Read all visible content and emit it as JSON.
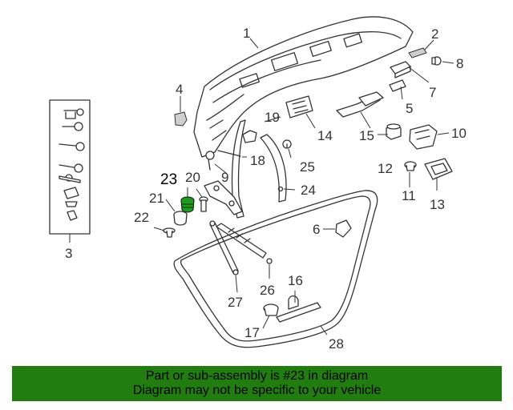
{
  "callouts": {
    "c1": "1",
    "c2": "2",
    "c3": "3",
    "c4": "4",
    "c5": "5",
    "c6": "6",
    "c7": "7",
    "c8": "8",
    "c9": "9",
    "c10": "10",
    "c11": "11",
    "c12": "12",
    "c13": "13",
    "c14": "14",
    "c15": "15",
    "c16": "16",
    "c17": "17",
    "c18": "18",
    "c19": "19",
    "c20": "20",
    "c21": "21",
    "c22": "22",
    "c23": "23",
    "c24": "24",
    "c25": "25",
    "c26": "26",
    "c27": "27",
    "c28": "28"
  },
  "highlighted_part": "23",
  "colors": {
    "banner_bg": "#217d10",
    "highlight_part": "#1f9a1f",
    "line": "#333333"
  },
  "banner": {
    "line1": "Part or sub-assembly is #23 in diagram",
    "line2": "Diagram may not be specific to your vehicle"
  }
}
